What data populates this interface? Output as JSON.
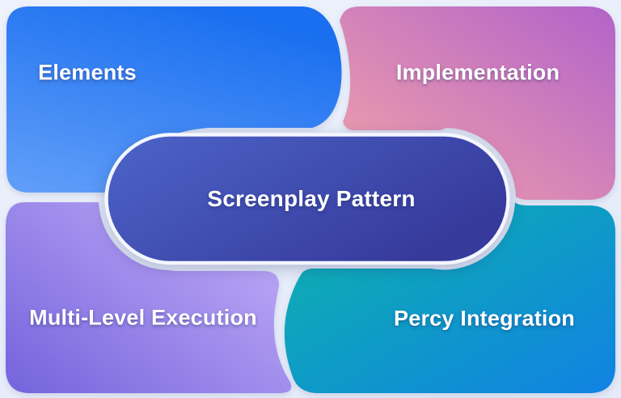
{
  "diagram": {
    "background": "#e9eefa",
    "outline_color": "#f3f6fd",
    "center_node": {
      "label": "Screenplay Pattern",
      "color_from": "#4d64c9",
      "color_to": "#363a9b"
    },
    "nodes": [
      {
        "label": "Elements",
        "position": "top-left",
        "color_from": "#1a6ff0",
        "color_to": "#609df8"
      },
      {
        "label": "Implementation",
        "position": "top-right",
        "color_from": "#f4a3a8",
        "color_to": "#b263c9"
      },
      {
        "label": "Multi-Level Execution",
        "position": "bottom-left",
        "color_from": "#7463dc",
        "color_to": "#c2adf8"
      },
      {
        "label": "Percy Integration",
        "position": "bottom-right",
        "color_from": "#0db4ab",
        "color_to": "#1082e2"
      }
    ]
  }
}
